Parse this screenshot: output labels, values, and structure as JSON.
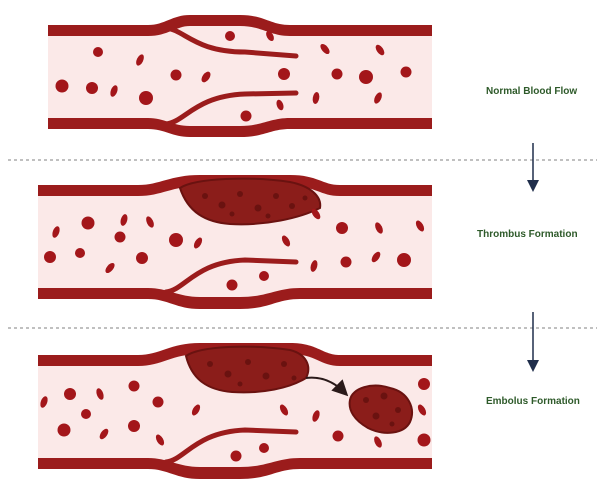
{
  "stages": [
    {
      "id": "normal",
      "label": "Normal Blood Flow"
    },
    {
      "id": "thrombus",
      "label": "Thrombus Formation"
    },
    {
      "id": "embolus",
      "label": "Embolus Formation"
    }
  ],
  "colors": {
    "vessel_wall": "#9b1c1c",
    "lumen": "#fbe9e8",
    "blood_cell": "#a3161a",
    "clot": "#8b1d1a",
    "label_text": "#2e5a2a",
    "divider": "#9a9a9a",
    "arrow": "#1f2d4a"
  }
}
